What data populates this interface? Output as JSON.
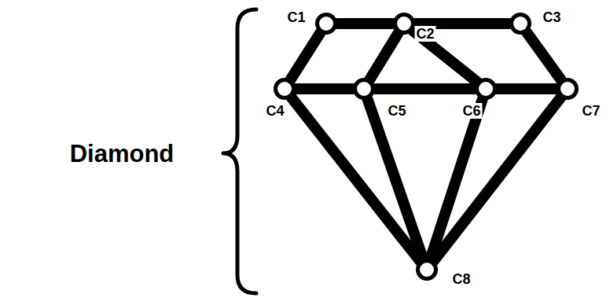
{
  "diagram": {
    "nodes": [
      {
        "text": [
          "C1"
        ]
      },
      {
        "text": [
          "C2"
        ]
      },
      {
        "text": [
          "C3"
        ]
      },
      {
        "text": [
          "C4"
        ]
      },
      {
        "text": [
          "C5"
        ]
      },
      {
        "text": [
          "C6"
        ]
      },
      {
        "text": [
          "C7"
        ]
      },
      {
        "text": [
          "C8"
        ]
      }
    ],
    "edges": [
      {
        "from": 0,
        "to": 1,
        "arrow": "none"
      },
      {
        "from": 1,
        "to": 2,
        "arrow": "none"
      },
      {
        "from": 0,
        "to": 3,
        "arrow": "none"
      },
      {
        "from": 1,
        "to": 4,
        "arrow": "none"
      },
      {
        "from": 1,
        "to": 5,
        "arrow": "none"
      },
      {
        "from": 2,
        "to": 6,
        "arrow": "none"
      },
      {
        "from": 3,
        "to": 4,
        "arrow": "none"
      },
      {
        "from": 4,
        "to": 5,
        "arrow": "none"
      },
      {
        "from": 5,
        "to": 6,
        "arrow": "none"
      },
      {
        "from": 3,
        "to": 7,
        "arrow": "none"
      },
      {
        "from": 4,
        "to": 7,
        "arrow": "none"
      },
      {
        "from": 5,
        "to": 7,
        "arrow": "none"
      },
      {
        "from": 6,
        "to": 7,
        "arrow": "none"
      }
    ],
    "labels": [
      "Diamond"
    ]
  }
}
